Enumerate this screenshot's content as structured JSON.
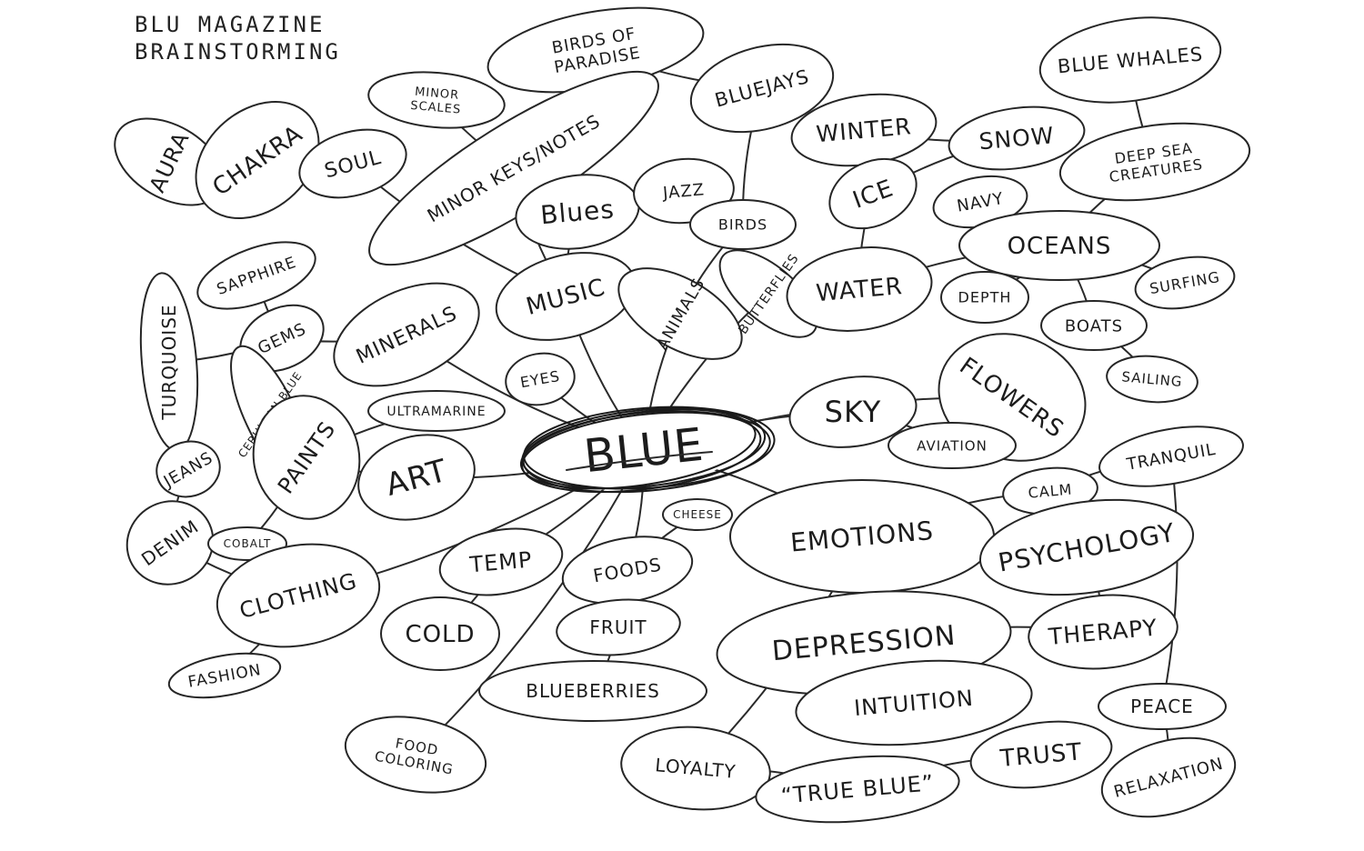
{
  "title": {
    "line1": "BLU MAGAZINE",
    "line2": "BRAINSTORMING"
  },
  "nodes": {
    "blue": "BLUE",
    "birds_of_paradise": "BIRDS OF PARADISE",
    "bluejays": "BLUEJAYS",
    "blue_whales": "BLUE WHALES",
    "minor_scales": "MINOR SCALES",
    "minor_keys": "MINOR KEYS/NOTES",
    "winter": "WINTER",
    "snow": "SNOW",
    "deep_sea": "DEEP SEA CREATURES",
    "aura": "AURA",
    "chakra": "CHAKRA",
    "soul": "SOUL",
    "blues": "Blues",
    "jazz": "JAZZ",
    "ice": "ICE",
    "navy": "NAVY",
    "birds": "BIRDS",
    "oceans": "OCEANS",
    "sapphire": "SAPPHIRE",
    "turquoise": "TURQUOISE",
    "gems": "GEMS",
    "minerals": "MINERALS",
    "music": "MUSIC",
    "animals": "ANIMALS",
    "butterflies": "BUTTERFLIES",
    "water": "WATER",
    "depth": "DEPTH",
    "surfing": "SURFING",
    "boats": "BOATS",
    "sailing": "SAILING",
    "eyes": "EYES",
    "flowers": "FLOWERS",
    "cerulean_blue": "CERULEAN BLUE",
    "ultramarine": "ULTRAMARINE",
    "paints": "PAINTS",
    "sky": "SKY",
    "aviation": "AVIATION",
    "jeans": "JEANS",
    "art": "ART",
    "tranquil": "TRANQUIL",
    "calm": "CALM",
    "denim": "DENIM",
    "cobalt": "COBALT",
    "cheese": "CHEESE",
    "emotions": "EMOTIONS",
    "psychology": "PSYCHOLOGY",
    "clothing": "CLOTHING",
    "temp": "TEMP",
    "foods": "FOODS",
    "cold": "COLD",
    "fruit": "FRUIT",
    "depression": "DEPRESSION",
    "therapy": "THERAPY",
    "fashion": "FASHION",
    "blueberries": "BLUEBERRIES",
    "intuition": "INTUITION",
    "peace": "PEACE",
    "food_coloring": "FOOD COLORING",
    "loyalty": "LOYALTY",
    "trust": "TRUST",
    "true_blue": "“TRUE BLUE”",
    "relaxation": "RELAXATION"
  }
}
